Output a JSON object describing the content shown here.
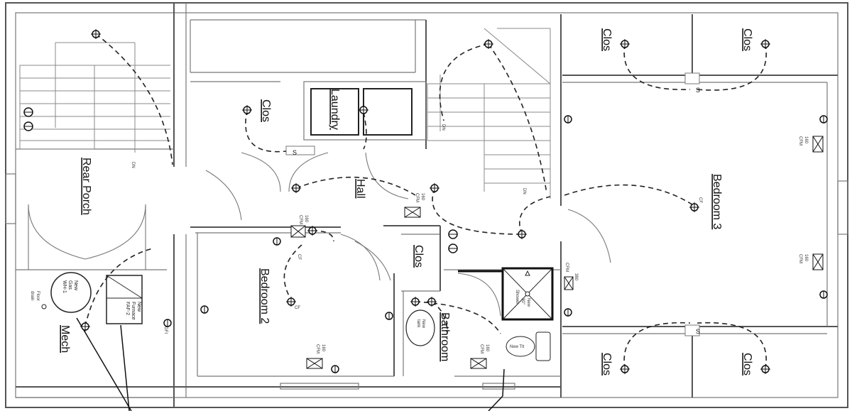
{
  "rooms": {
    "rear_porch": "Rear Porch",
    "mech": "Mech",
    "laundry": "Laundry",
    "clos_hall": "Clos",
    "hall": "Hall",
    "bedroom2": "Bedroom 2",
    "clos_center": "Clos",
    "bathroom": "Bathroom",
    "bedroom3": "Bedroom 3",
    "clos_tl": "Clos",
    "clos_tr": "Clos",
    "clos_bl": "Clos",
    "clos_br": "Clos"
  },
  "equipment": {
    "gas_line1": "New",
    "gas_line2": "Gas",
    "gas_line3": "WH-1",
    "furnace_line1": "New",
    "furnace_line2": "Furnace",
    "furnace_line3": "FAF-2",
    "floor_drain_line1": "Floor",
    "floor_drain_line2": "drain",
    "tank_line1": "New",
    "tank_line2": "tank",
    "shower_line1": "New",
    "shower_line2": "30\"",
    "shower_line3": "Shower",
    "toilet": "New Tlt"
  },
  "annotations": {
    "cf1": "CF",
    "cf2": "CF",
    "cf3": "CF",
    "dn1": "DN",
    "dn2": "DN",
    "dn3": "DN",
    "cfm_a": "CFM",
    "cfm_b": "CFM",
    "cfm_c": "CFM",
    "cfm_d": "CFM",
    "cfm_e": "CFM",
    "cfm_f": "CFM",
    "cfm_g": "CFM",
    "v1": "160",
    "v2": "160",
    "v3": "160",
    "v4": "160",
    "v5": "160",
    "v6": "160",
    "v7": "380",
    "sw_a": "S",
    "sw_b": "S",
    "sw_c": "S",
    "gfi": "GFI"
  }
}
